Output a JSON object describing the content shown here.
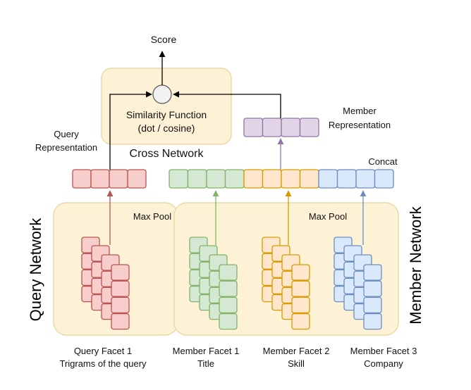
{
  "labels": {
    "score": "Score",
    "similarity_line1": "Similarity Function",
    "similarity_line2": "(dot / cosine)",
    "cross_network": "Cross Network",
    "query_rep_line1": "Query",
    "query_rep_line2": "Representation",
    "member_rep_line1": "Member",
    "member_rep_line2": "Representation",
    "concat": "Concat",
    "max_pool_query": "Max Pool",
    "max_pool_member": "Max Pool",
    "query_network": "Query Network",
    "member_network": "Member Network"
  },
  "facets": [
    {
      "name": "Query Facet 1",
      "desc": "Trigrams of the query"
    },
    {
      "name": "Member Facet 1",
      "desc": "Title"
    },
    {
      "name": "Member Facet 2",
      "desc": "Skill"
    },
    {
      "name": "Member Facet 3",
      "desc": "Company"
    }
  ],
  "colors": {
    "panel_fill": "#fdf2d6",
    "panel_stroke": "#ead9a6",
    "red_fill": "#f8cecc",
    "red_stroke": "#b85450",
    "green_fill": "#d5e8d4",
    "green_stroke": "#82b366",
    "orange_fill": "#ffe6cc",
    "orange_stroke": "#d79b00",
    "blue_fill": "#dae8fc",
    "blue_stroke": "#6c8ebf",
    "purple_fill": "#e1d5e7",
    "purple_stroke": "#9673a6"
  }
}
